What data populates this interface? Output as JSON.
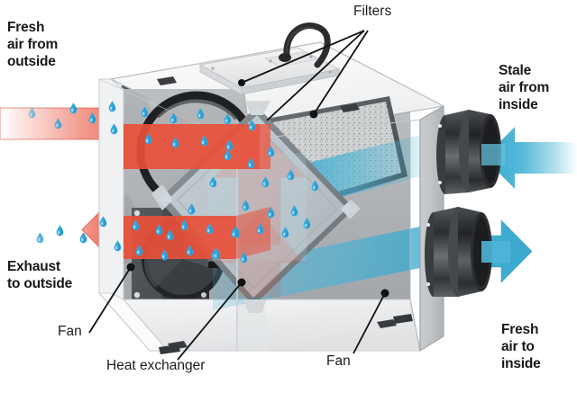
{
  "diagram": {
    "title": "Heat recovery ventilator (HRV) cutaway diagram",
    "subject": "heat-recovery-ventilation-unit",
    "background_color": "#ffffff"
  },
  "labels": {
    "fresh_air_from_outside": "Fresh\nair from\noutside",
    "exhaust_to_outside": "Exhaust\nto outside",
    "stale_air_from_inside": "Stale\nair from\ninside",
    "fresh_air_to_inside": "Fresh\nair to\ninside",
    "filters": "Filters",
    "heat_exchanger": "Heat exchanger",
    "fan_left": "Fan",
    "fan_right": "Fan"
  },
  "colors": {
    "warm_air": "#e8503a",
    "warm_air_light": "#ef7d68",
    "cool_air": "#4bb4d6",
    "cool_air_light": "#8ed3e6",
    "droplet": "#35a8dd",
    "droplet_dark": "#1d7fb5",
    "casing": "#f2f3f4",
    "casing_shade": "#d9dbdd",
    "metal_dark": "#3b3d40",
    "duct_dark": "#2e3033",
    "filter_media": "#cfd1d2",
    "text": "#16181a",
    "leader_line": "#111214"
  },
  "flows": [
    {
      "name": "fresh-air-intake",
      "temperature": "cold",
      "color": "#e8503a",
      "direction": "right",
      "from": "outside",
      "to": "heat-exchanger",
      "has_droplets": true
    },
    {
      "name": "exhaust-out",
      "temperature": "cooled",
      "color": "#e8503a",
      "direction": "left",
      "from": "heat-exchanger",
      "to": "outside",
      "has_droplets": true
    },
    {
      "name": "stale-air-return",
      "temperature": "warm",
      "color": "#4bb4d6",
      "direction": "left",
      "from": "inside",
      "to": "heat-exchanger",
      "has_droplets": false
    },
    {
      "name": "supply-air",
      "temperature": "warmed",
      "color": "#4bb4d6",
      "direction": "right",
      "from": "heat-exchanger",
      "to": "inside",
      "has_droplets": false
    }
  ],
  "components": [
    {
      "name": "control-box",
      "position": "top"
    },
    {
      "name": "power-cable",
      "position": "top-right"
    },
    {
      "name": "upper-filter",
      "position": "upper-right-interior"
    },
    {
      "name": "lower-filter",
      "position": "lower-left-interior"
    },
    {
      "name": "heat-exchanger-core",
      "position": "center",
      "shape": "diamond"
    },
    {
      "name": "supply-fan",
      "position": "upper-left-interior"
    },
    {
      "name": "exhaust-fan",
      "position": "lower-left-interior"
    },
    {
      "name": "duct-collar-upper-left",
      "position": "left"
    },
    {
      "name": "duct-collar-lower-left",
      "position": "left"
    },
    {
      "name": "duct-collar-upper-right",
      "position": "right"
    },
    {
      "name": "duct-collar-lower-right",
      "position": "right"
    }
  ],
  "leader_lines": [
    {
      "name": "filters-upper",
      "from_label": "filters",
      "to_component": "upper-filter"
    },
    {
      "name": "filters-lower",
      "from_label": "filters",
      "to_component": "lower-filter"
    },
    {
      "name": "heat-exchanger",
      "from_label": "heat_exchanger",
      "to_component": "heat-exchanger-core"
    },
    {
      "name": "fan-left",
      "from_label": "fan_left",
      "to_component": "exhaust-fan"
    },
    {
      "name": "fan-right",
      "from_label": "fan_right",
      "to_component": "supply-fan"
    }
  ]
}
